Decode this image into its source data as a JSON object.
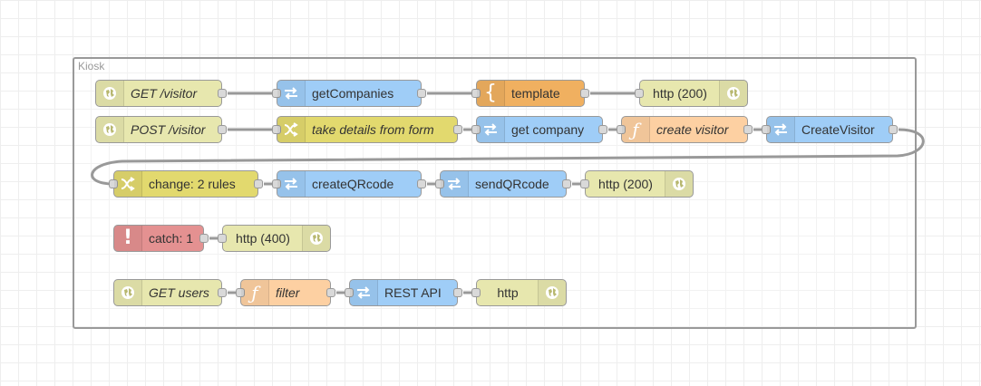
{
  "workspace": {
    "background": "#ffffff",
    "grid_color": "#eeeeee"
  },
  "group": {
    "label": "Kiosk"
  },
  "colors": {
    "http": "#e7e7ae",
    "link": "#a6bbcf",
    "request": "#9fcdf7",
    "template": "#f0b060",
    "function": "#fdd0a2",
    "change": "#e2d96e",
    "catch": "#e49191",
    "wire": "#999999"
  },
  "nodes": {
    "get_visitor": {
      "label": "GET /visitor",
      "type": "http in",
      "icon": "globe-icon"
    },
    "get_companies": {
      "label": "getCompanies",
      "type": "http request",
      "icon": "arrows-swap-icon"
    },
    "template": {
      "label": "template",
      "type": "template",
      "icon": "braces-icon"
    },
    "http_200_a": {
      "label": "http (200)",
      "type": "http response",
      "icon": "globe-icon"
    },
    "post_visitor": {
      "label": "POST /visitor",
      "type": "http in",
      "icon": "globe-icon"
    },
    "take_details": {
      "label": "take details from form",
      "type": "change",
      "icon": "shuffle-icon"
    },
    "get_company": {
      "label": "get company",
      "type": "http request",
      "icon": "arrows-swap-icon"
    },
    "create_visitor": {
      "label": "create visitor",
      "type": "function",
      "icon": "function-icon"
    },
    "create_visitor_req": {
      "label": "CreateVisitor",
      "type": "http request",
      "icon": "arrows-swap-icon"
    },
    "change_rules": {
      "label": "change: 2 rules",
      "type": "change",
      "icon": "shuffle-icon"
    },
    "create_qr": {
      "label": "createQRcode",
      "type": "http request",
      "icon": "arrows-swap-icon"
    },
    "send_qr": {
      "label": "sendQRcode",
      "type": "http request",
      "icon": "arrows-swap-icon"
    },
    "http_200_b": {
      "label": "http (200)",
      "type": "http response",
      "icon": "globe-icon"
    },
    "catch": {
      "label": "catch: 1",
      "type": "catch",
      "icon": "exclamation-icon"
    },
    "http_400": {
      "label": "http (400)",
      "type": "http response",
      "icon": "globe-icon"
    },
    "get_users": {
      "label": "GET users",
      "type": "http in",
      "icon": "globe-icon"
    },
    "filter": {
      "label": "filter",
      "type": "function",
      "icon": "function-icon"
    },
    "rest_api": {
      "label": "REST API",
      "type": "http request",
      "icon": "arrows-swap-icon"
    },
    "http_c": {
      "label": "http",
      "type": "http response",
      "icon": "globe-icon"
    }
  }
}
